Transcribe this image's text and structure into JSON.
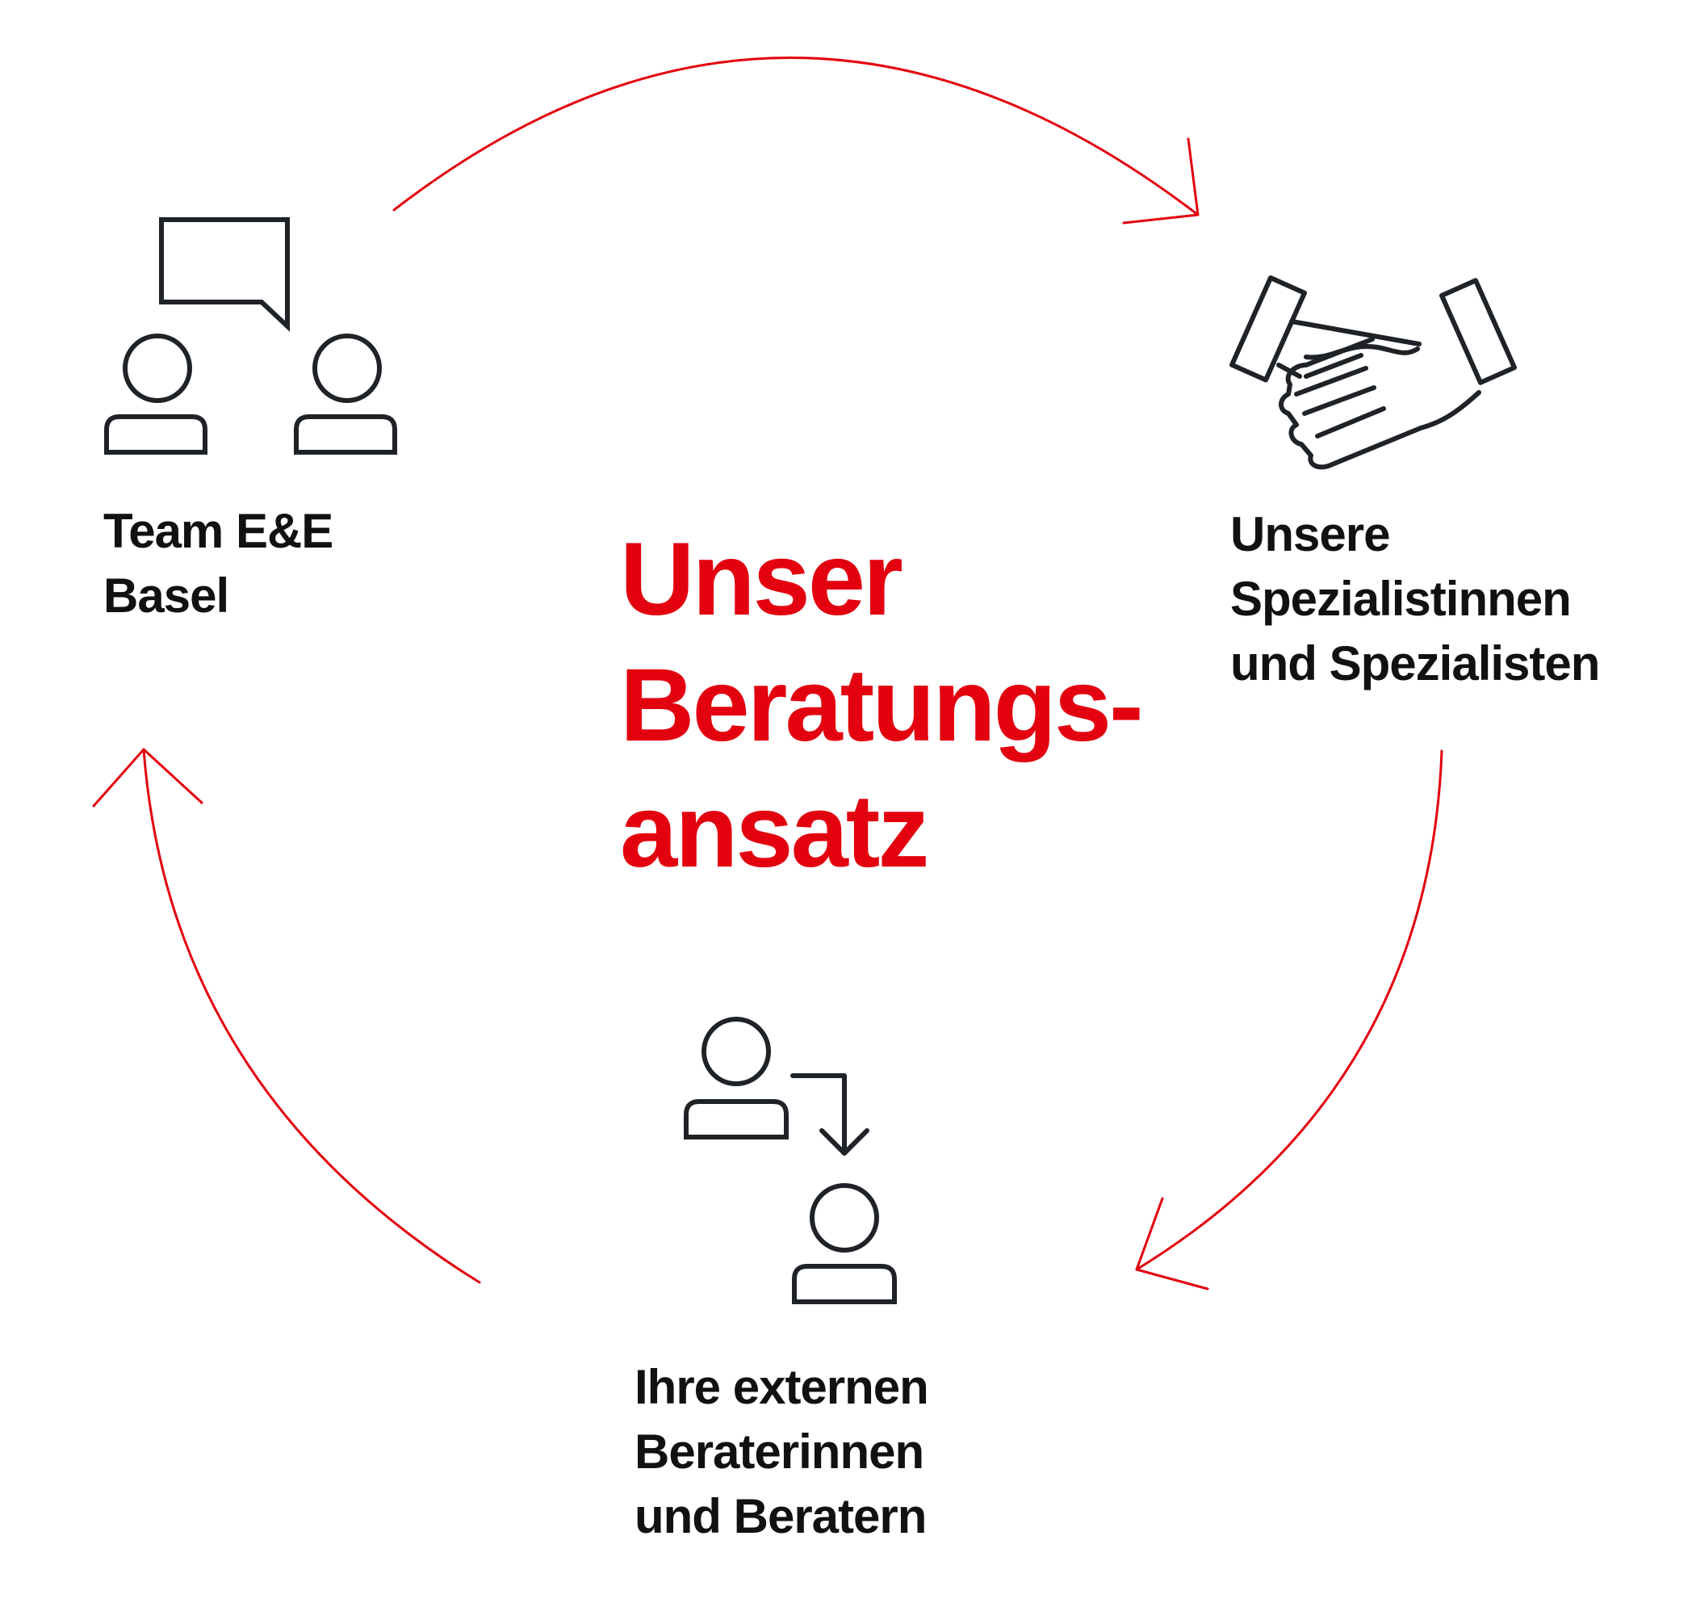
{
  "title": {
    "lines": [
      "Unser",
      "Beratungs-",
      "ansatz"
    ]
  },
  "nodes": {
    "team": {
      "lines": [
        "Team E&E",
        "Basel"
      ],
      "icon": "two-people-speech-bubble-icon"
    },
    "specialists": {
      "lines": [
        "Unsere",
        "Spezialistinnen",
        "und Spezialisten"
      ],
      "icon": "handshake-icon"
    },
    "advisors": {
      "lines": [
        "Ihre externen",
        "Beraterinnen",
        "und Beratern"
      ],
      "icon": "person-to-person-referral-icon"
    }
  },
  "colors": {
    "accent": "#e3000f",
    "icon_stroke": "#1f2328",
    "text": "#111111",
    "background": "#ffffff"
  },
  "cycle_direction": "clockwise"
}
